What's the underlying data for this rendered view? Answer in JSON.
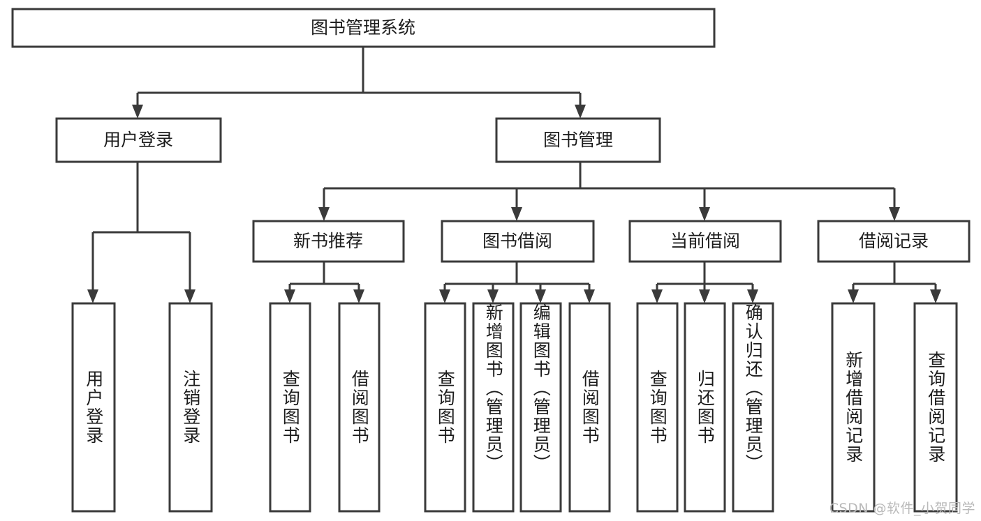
{
  "diagram": {
    "title": "图书管理系统",
    "type": "tree-hierarchy",
    "orientation": "top-down",
    "colors": {
      "stroke": "#3a3a3a",
      "fill": "#ffffff",
      "text": "#1c1c1c",
      "watermark": "#b9b9b9",
      "background": "#ffffff"
    },
    "root": {
      "label": "图书管理系统"
    },
    "level2": [
      {
        "label": "用户登录"
      },
      {
        "label": "图书管理"
      }
    ],
    "level3": [
      {
        "label": "新书推荐"
      },
      {
        "label": "图书借阅"
      },
      {
        "label": "当前借阅"
      },
      {
        "label": "借阅记录"
      }
    ],
    "leaves": {
      "user_login": [
        {
          "label": "用户登录"
        },
        {
          "label": "注销登录"
        }
      ],
      "new_book": [
        {
          "label": "查询图书"
        },
        {
          "label": "借阅图书"
        }
      ],
      "book_borrow": [
        {
          "label": "查询图书"
        },
        {
          "label": "新增图书（管理员）"
        },
        {
          "label": "编辑图书（管理员）"
        },
        {
          "label": "借阅图书"
        }
      ],
      "current_borrow": [
        {
          "label": "查询图书"
        },
        {
          "label": "归还图书"
        },
        {
          "label": "确认归还（管理员）"
        }
      ],
      "borrow_record": [
        {
          "label": "新增借阅记录"
        },
        {
          "label": "查询借阅记录"
        }
      ]
    }
  },
  "watermark": {
    "text": "CSDN @软件_小贺同学"
  }
}
